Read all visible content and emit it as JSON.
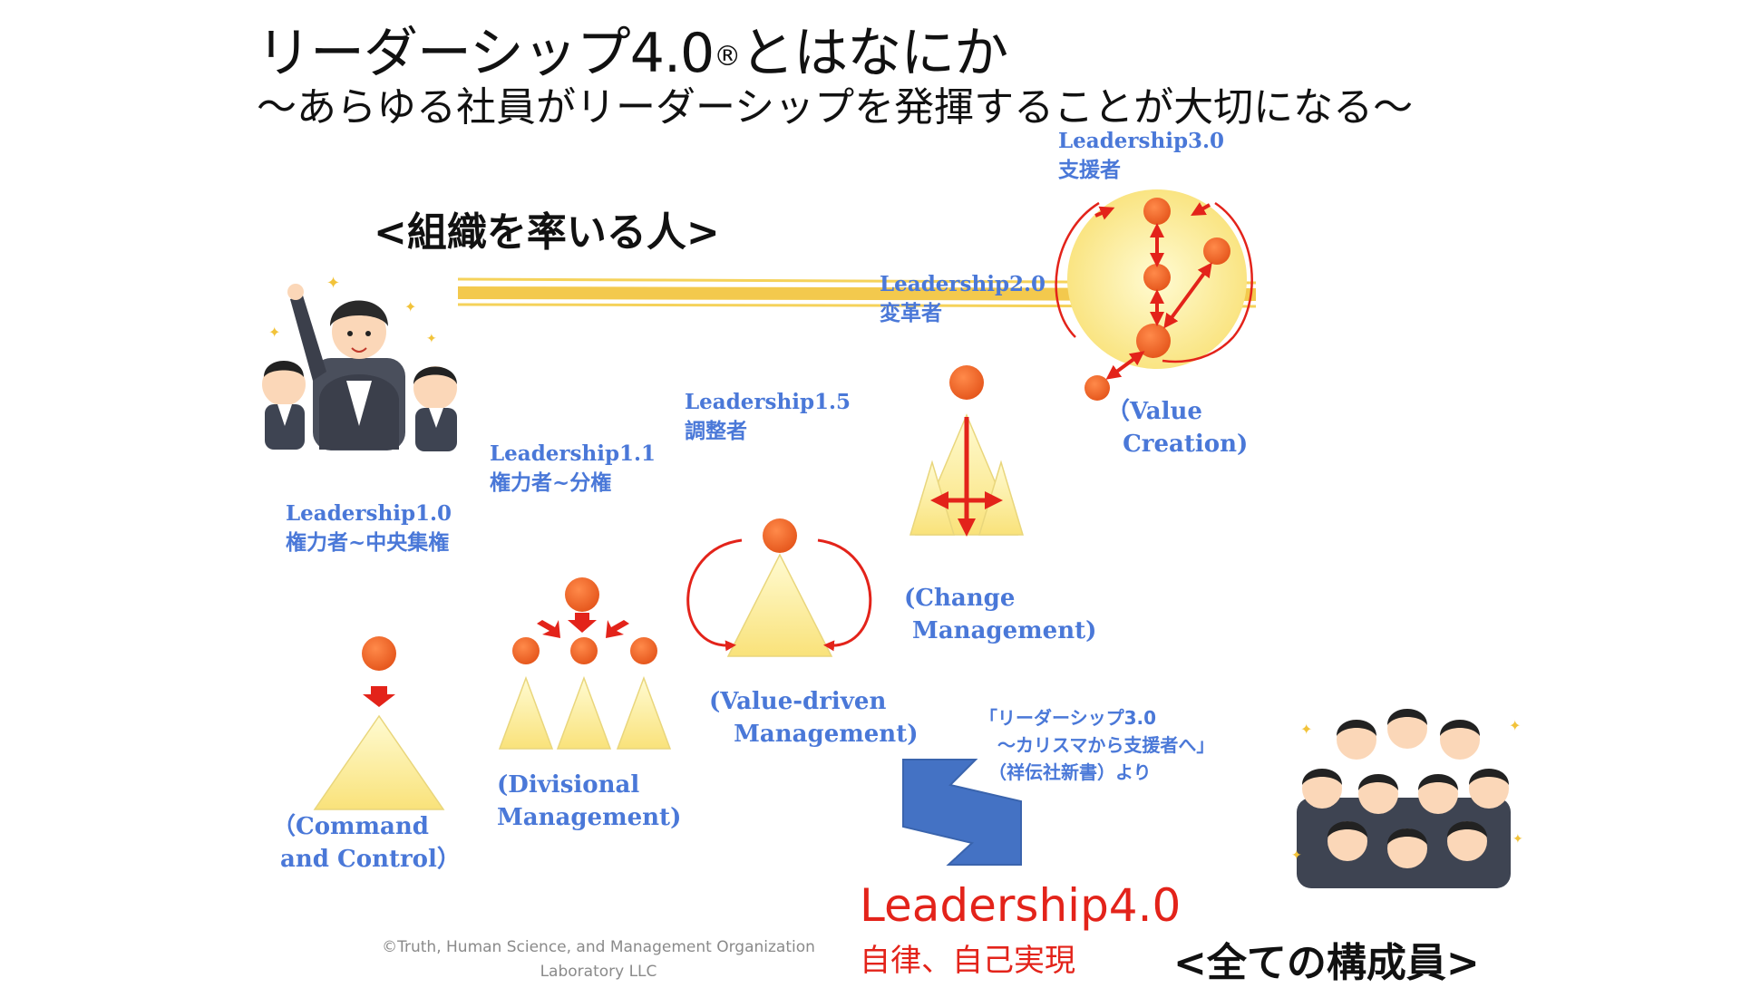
{
  "slide": {
    "title": "リーダーシップ4.0",
    "title_mark": "®",
    "title_suffix": "とはなにか",
    "subtitle": "～あらゆる社員がリーダーシップを発揮することが大切になる～",
    "top_group_label": "<組織を率いる人>",
    "bottom_group_label": "<全ての構成員>"
  },
  "levels": [
    {
      "name": "Leadership1.0",
      "role": "権力者~中央集権",
      "caption": "（Command\n and Control）"
    },
    {
      "name": "Leadership1.1",
      "role": "権力者~分権",
      "caption": "(Divisional\nManagement)"
    },
    {
      "name": "Leadership1.5",
      "role": "調整者",
      "caption": "(Value-driven\n   Management)"
    },
    {
      "name": "Leadership2.0",
      "role": "変革者",
      "caption": "(Change\n Management)"
    },
    {
      "name": "Leadership3.0",
      "role": "支援者",
      "caption": "（Value\n  Creation)"
    }
  ],
  "quote": "「リーダーシップ3.0\n　～カリスマから支援者へ」\n　（祥伝社新書）より",
  "leadership4": {
    "name": "Leadership4.0",
    "desc": "自律、自己実現"
  },
  "copyright": "©Truth, Human Science, and Management Organization\nLaboratory LLC",
  "colors": {
    "accent_blue": "#4a78d8",
    "red": "#e3231a",
    "orange": "#f0621f",
    "triangle": "#fff4a0",
    "highlight": "#f2c33a",
    "arrow_block": "#4472c4"
  }
}
